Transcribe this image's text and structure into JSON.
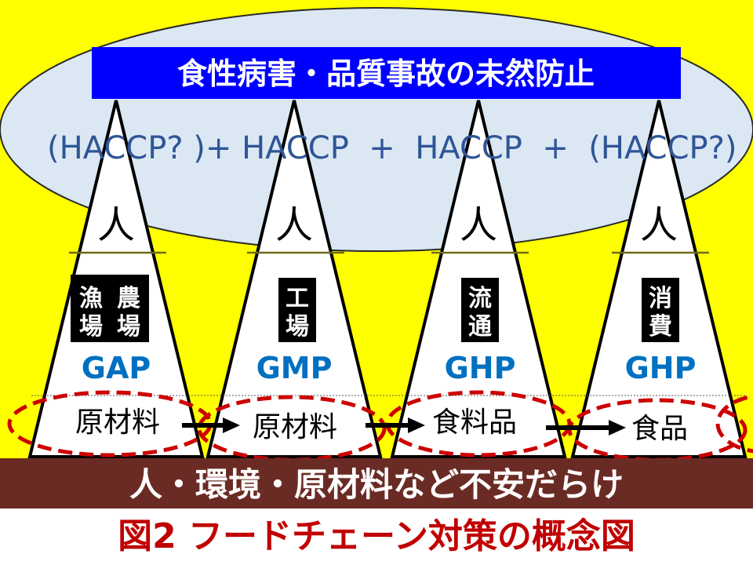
{
  "diagram": {
    "goal_title": "食性病害・品質事故の未然防止",
    "haccp_line": "(HACCP? )+ HACCP  +  HACCP  +  (HACCP?)",
    "pillars": [
      {
        "top": "人",
        "stage": [
          "漁",
          "農",
          "場",
          "場"
        ],
        "standard": "GAP",
        "product": "原材料"
      },
      {
        "top": "人",
        "stage": [
          "工",
          "場"
        ],
        "standard": "GMP",
        "product": "原材料"
      },
      {
        "top": "人",
        "stage": [
          "流",
          "通"
        ],
        "standard": "GHP",
        "product": "食料品"
      },
      {
        "top": "人",
        "stage": [
          "消",
          "費"
        ],
        "standard": "GHP",
        "product": "食品"
      }
    ],
    "base_text": "人・環境・原材料など不安だらけ",
    "caption": "図2  フードチェーン対策の概念図"
  },
  "colors": {
    "background": "#ffff00",
    "ellipse_fill": "#dbe8f3",
    "title_bar": "#0000ff",
    "haccp_text": "#2f5597",
    "standard_text": "#0070c0",
    "dashed_ellipse": "#cc0000",
    "base_bar": "#6b2b25",
    "caption_text": "#c00000"
  }
}
